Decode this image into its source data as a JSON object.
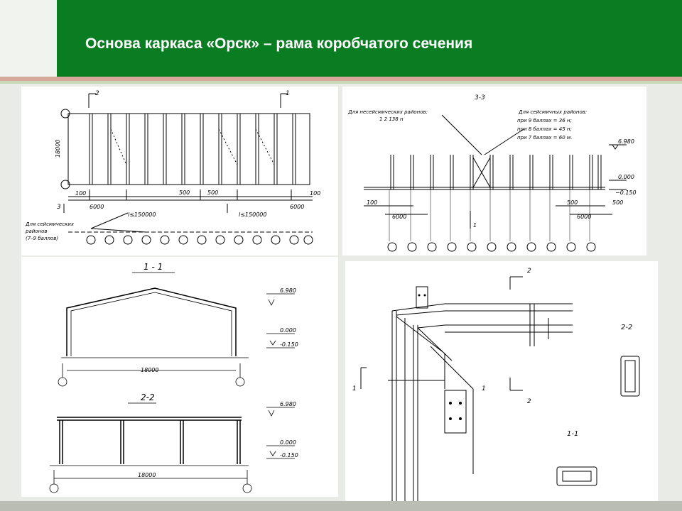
{
  "slide": {
    "title": "Основа каркаса «Орск» – рама коробчатого сечения"
  },
  "plan": {
    "mark_2": "2",
    "mark_1": "1",
    "mark_3": "3",
    "dim_18000": "18000",
    "dim_100": "100",
    "dim_6000": "6000",
    "dim_150000": "l≤150000",
    "dim_500": "500",
    "note_line1": "Для сейсмических",
    "note_line2": "районов",
    "note_line3": "(7–9 баллов)"
  },
  "section33": {
    "title": "3-3",
    "left_note_l1": "Для несейсмических районов:",
    "left_note_l2": "1 2 138 н",
    "right_note_l1": "Для сейсмичных районов:",
    "right_note_l2": "при 9 баллах  = 36 н;",
    "right_note_l3": "при 8 баллах  = 45 н;",
    "right_note_l4": "при 7 баллах  = 60 м.",
    "elev_top": "6.980",
    "elev_zero": "0.000",
    "elev_minus": "−0.150",
    "dim_100": "100",
    "dim_6000": "6000",
    "dim_500": "500",
    "mark_1": "1"
  },
  "section11": {
    "title": "1 - 1",
    "span": "18000",
    "elev_top": "6.980",
    "elev_zero": "0.000",
    "elev_minus": "-0.150"
  },
  "section22": {
    "title": "2-2",
    "span": "18000",
    "elev_top": "6.980",
    "elev_zero": "0.000",
    "elev_minus": "-0.150"
  },
  "detail": {
    "mark_2": "2",
    "mark_1": "1",
    "section_22": "2-2",
    "section_11": "1-1"
  }
}
